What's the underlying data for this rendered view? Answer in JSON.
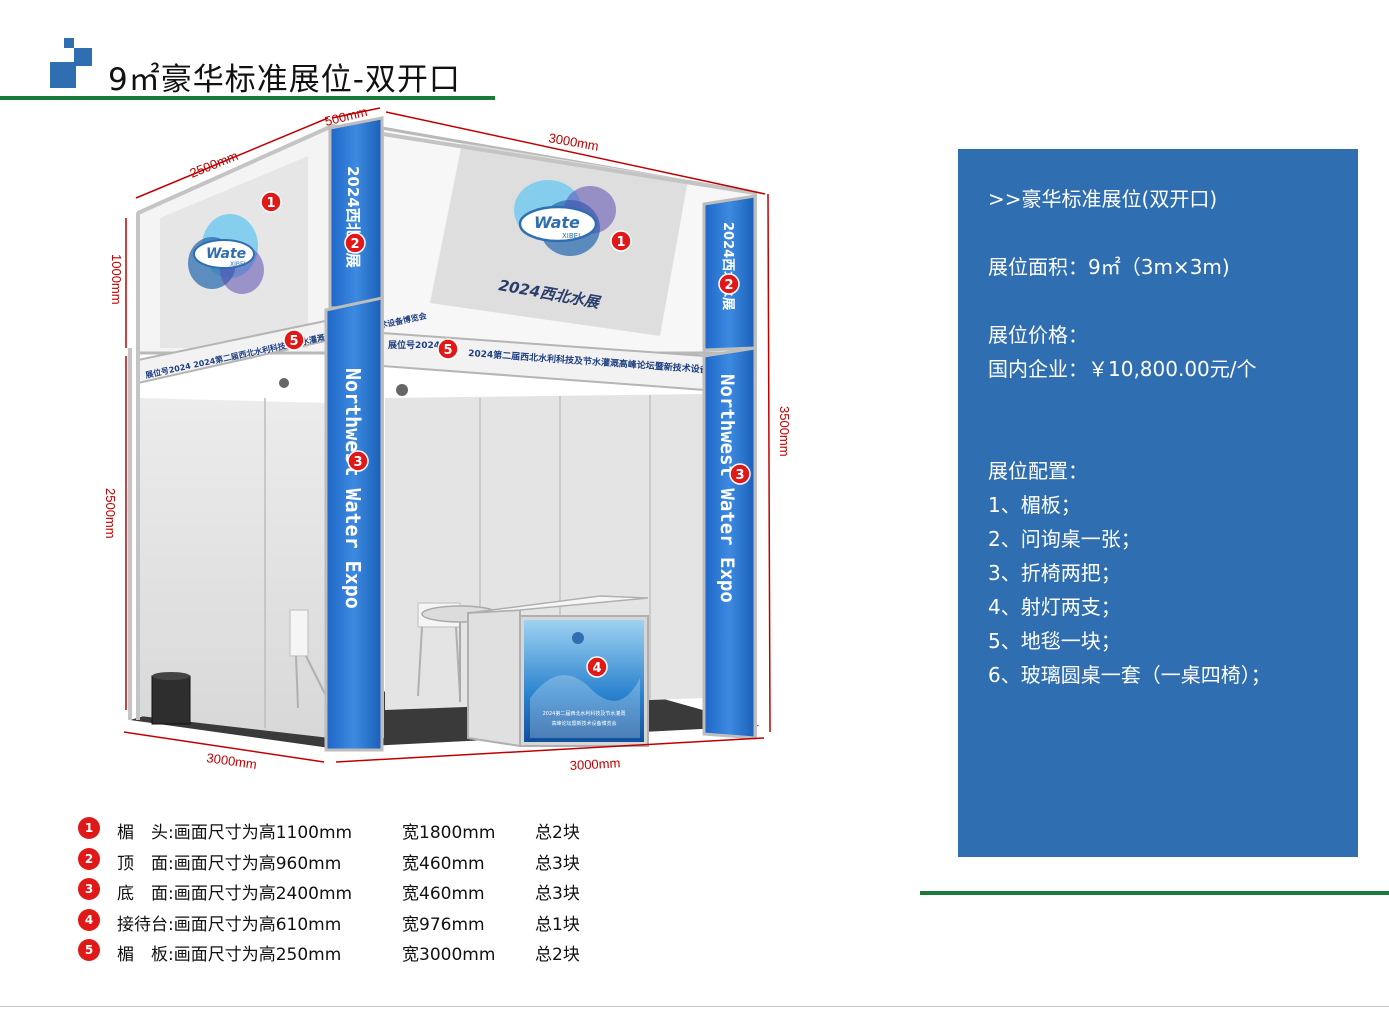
{
  "header": {
    "title": "9㎡豪华标准展位-双开口"
  },
  "booth_image": {
    "dimensions": {
      "top_left_depth": "2500mm",
      "top_corner": "500mm",
      "top_right_width": "3000mm",
      "left_fascia_height": "1000mm",
      "left_wall_height": "2500mm",
      "right_total_height": "3500mm",
      "bottom_left_width": "3000mm",
      "bottom_right_width": "3000mm"
    },
    "logo_text": "Wate",
    "logo_sub": "XIBEI",
    "header_caption": "2024西北水展",
    "column_top_text": "2024西北水展",
    "column_main_text": "Northwest Water Expo",
    "fascia_front_prefix": "展位号2024",
    "fascia_front_text": "2024第二届西北水利科技及节水灌溉高峰论坛暨新技术设备博览会",
    "fascia_side_text": "展位号2024 2024第二届西北水利科技及节水灌溉高峰论坛暨新技术设备博览会",
    "desk_text_1": "2024第二届西北水利科技及节水灌溉",
    "desk_text_2": "高峰论坛暨新技术设备博览会",
    "markers": [
      "1",
      "2",
      "3",
      "4",
      "5"
    ]
  },
  "legend": [
    {
      "num": "1",
      "name": "楣　头:画面尺寸为高1100mm",
      "width": "宽1800mm",
      "total": "总2块"
    },
    {
      "num": "2",
      "name": "顶　面:画面尺寸为高960mm",
      "width": "宽460mm",
      "total": "总3块"
    },
    {
      "num": "3",
      "name": "底　面:画面尺寸为高2400mm",
      "width": "宽460mm",
      "total": "总3块"
    },
    {
      "num": "4",
      "name": "接待台:画面尺寸为高610mm",
      "width": "宽976mm",
      "total": "总1块"
    },
    {
      "num": "5",
      "name": "楣　板:画面尺寸为高250mm",
      "width": "宽3000mm",
      "total": "总2块"
    }
  ],
  "panel": {
    "heading": ">>豪华标准展位(双开口)",
    "area": "展位面积：9㎡（3m×3m)",
    "price_label": "展位价格：",
    "price_value": "国内企业：￥10,800.00元/个",
    "config_label": "展位配置：",
    "items": [
      "1、楣板；",
      "2、问询桌一张；",
      "3、折椅两把；",
      "4、射灯两支；",
      "5、地毯一块；",
      "6、玻璃圆桌一套（一桌四椅）；"
    ]
  },
  "colors": {
    "accent_green": "#1a7a3c",
    "panel_blue": "#2f6eb0",
    "marker_red": "#e01818",
    "dimension_red": "#c00000",
    "logo_blue": "#2f6eb0"
  }
}
